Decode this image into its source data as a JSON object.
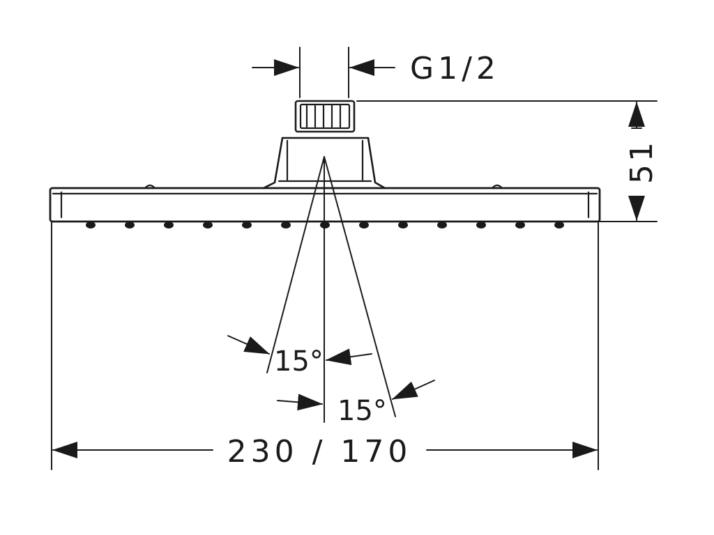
{
  "diagram": {
    "thread_label": "G1/2",
    "height_label": "51",
    "width_label": "230 / 170",
    "angle_left_label": "15°",
    "angle_right_label": "15°",
    "line_color": "#1a1a1a",
    "background_color": "#ffffff"
  }
}
